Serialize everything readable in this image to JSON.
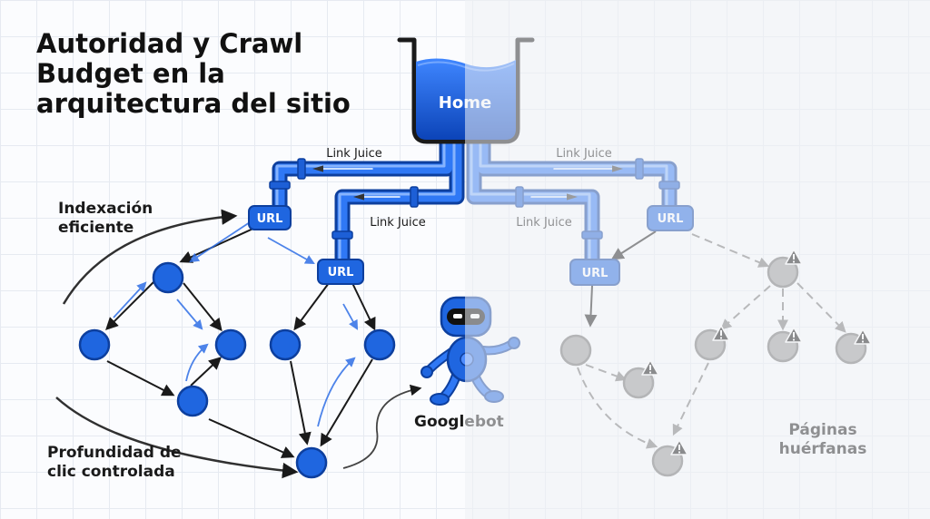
{
  "title": "Autoridad y Crawl Budget en la arquitectura del sitio",
  "home_label": "Home",
  "url_label": "URL",
  "link_juice_label": "Link Juice",
  "labels": {
    "indexing": "Indexación eficiente",
    "depth": "Profundidad de clic controlada",
    "googlebot": "Googlebot",
    "orphans": "Páginas huérfanas"
  },
  "colors": {
    "blue": "#1f66e0",
    "blue_dark": "#0d3f9e",
    "gray": "#9a9a9a",
    "gray_dark": "#6e6e6e",
    "warning": "#111111"
  }
}
